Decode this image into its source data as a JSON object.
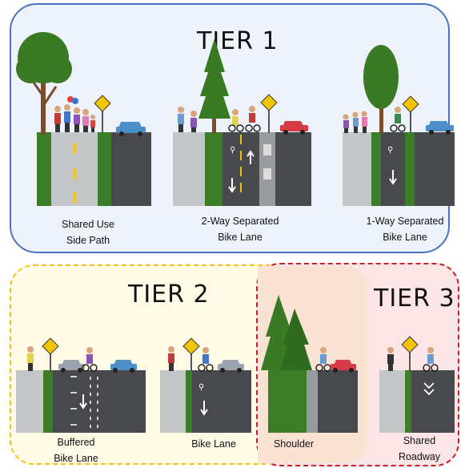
{
  "tiers": [
    {
      "title": "TIER 1",
      "color": "#4a72c4"
    },
    {
      "title": "TIER 2",
      "color": "#f2c21b"
    },
    {
      "title": "TIER 3",
      "color": "#c8202a"
    }
  ],
  "facilities": {
    "shared_use_side_path": {
      "line1": "Shared Use",
      "line2": "Side Path"
    },
    "two_way_separated": {
      "line1": "2-Way Separated",
      "line2": "Bike Lane"
    },
    "one_way_separated": {
      "line1": "1-Way Separated",
      "line2": "Bike Lane"
    },
    "buffered_bike_lane": {
      "line1": "Buffered",
      "line2": "Bike Lane"
    },
    "bike_lane": {
      "line1": "Bike Lane"
    },
    "shoulder": {
      "line1": "Shoulder"
    },
    "shared_roadway": {
      "line1": "Shared",
      "line2": "Roadway"
    }
  },
  "colors": {
    "road": "#48494c",
    "sidewalk": "#c5c6c8",
    "buffer_green": "#3d7d2a",
    "tree": "#3a7a24",
    "trunk": "#7a4e2a",
    "sign": "#f5c400"
  }
}
